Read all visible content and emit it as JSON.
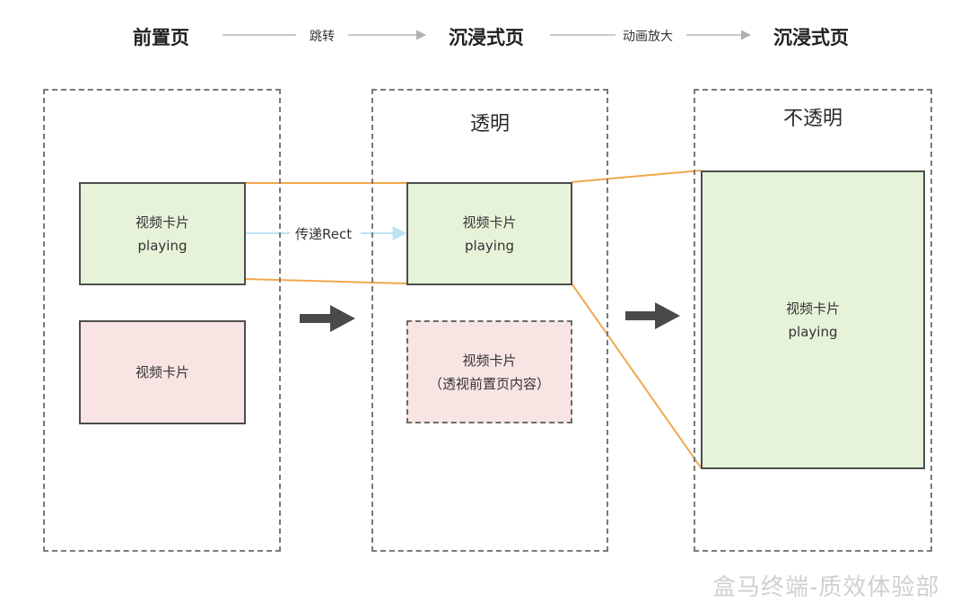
{
  "header": {
    "stages": [
      {
        "title": "前置页"
      },
      {
        "title": "沉浸式页"
      },
      {
        "title": "沉浸式页"
      }
    ],
    "transitions": [
      {
        "label": "跳转"
      },
      {
        "label": "动画放大"
      }
    ]
  },
  "panels": [
    {
      "label": "",
      "cards": [
        {
          "lines": [
            "视频卡片",
            "playing"
          ],
          "fill": "#e6f3d9"
        },
        {
          "lines": [
            "视频卡片"
          ],
          "fill": "#f8e5e3"
        }
      ]
    },
    {
      "label": "透明",
      "cards": [
        {
          "lines": [
            "视频卡片",
            "playing"
          ],
          "fill": "#e6f3d9"
        },
        {
          "lines": [
            "视频卡片",
            "（透视前置页内容）"
          ],
          "fill": "#f8e5e3"
        }
      ]
    },
    {
      "label": "不透明",
      "cards": [
        {
          "lines": [
            "视频卡片",
            "playing"
          ],
          "fill": "#e6f3d9"
        }
      ]
    }
  ],
  "connectors": {
    "transfer_label": "传递Rect",
    "projection_color": "#f0a84a",
    "transfer_color": "#bfe3f3",
    "arrow_color": "#4a4a4a"
  },
  "watermark": "盒马终端-质效体验部"
}
